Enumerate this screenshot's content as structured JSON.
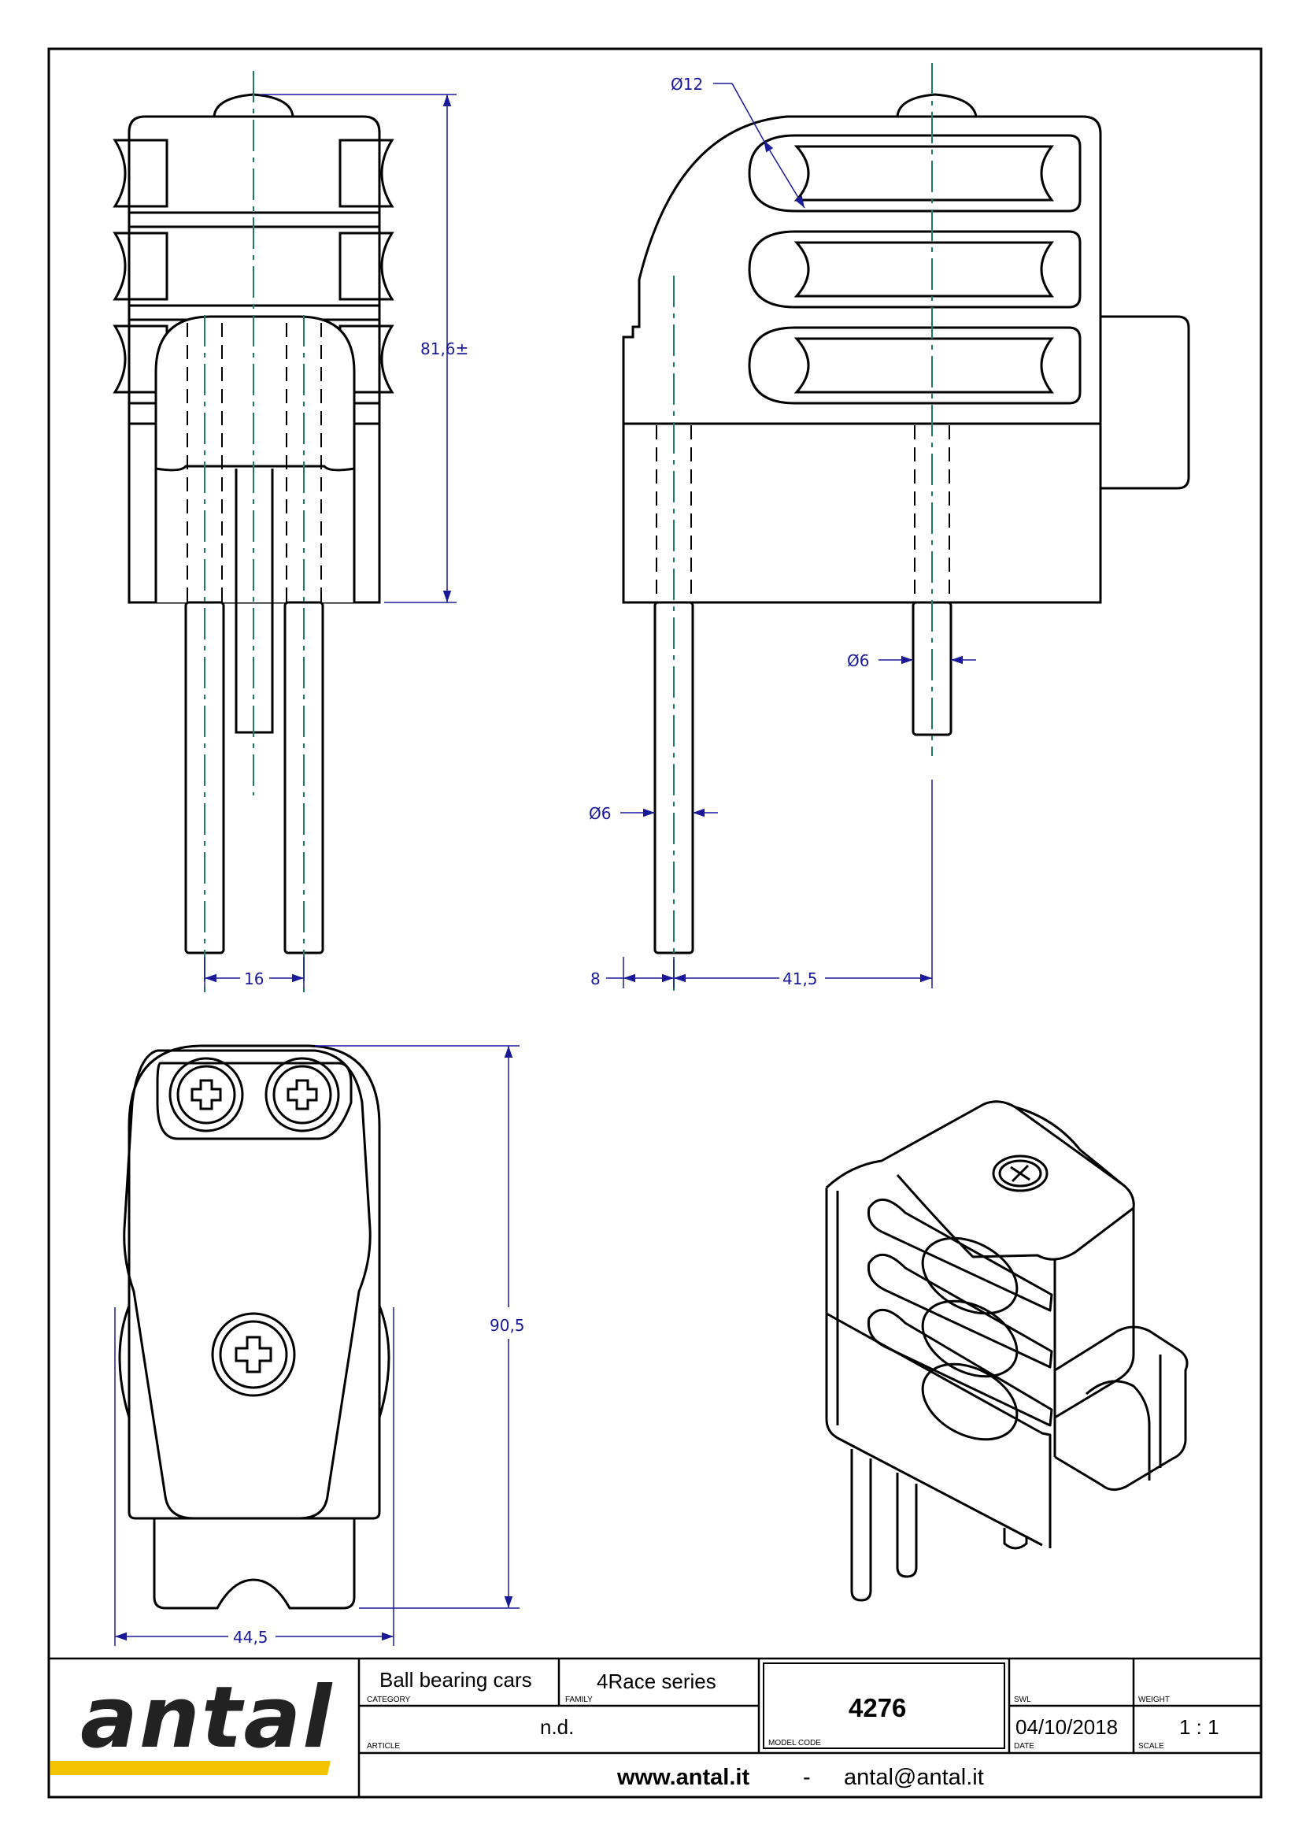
{
  "dimensions": {
    "front_height": "81,6±",
    "pin_spacing": "16",
    "sheave_dia": "Ø12",
    "pin_dia_upper": "Ø6",
    "pin_dia_lower": "Ø6",
    "offset_small": "8",
    "offset_large": "41,5",
    "plan_length": "90,5",
    "plan_width": "44,5"
  },
  "title_block": {
    "brand": "antal",
    "brand_color": "#f5c400",
    "category_value": "Ball bearing cars",
    "category_label": "CATEGORY",
    "family_value": "4Race series",
    "family_label": "FAMILY",
    "article_value": "n.d.",
    "article_label": "ARTICLE",
    "model_code": "4276",
    "model_code_label": "MODEL CODE",
    "swl_label": "SWL",
    "weight_label": "WEIGHT",
    "date_value": "04/10/2018",
    "date_label": "DATE",
    "scale_value": "1 : 1",
    "scale_label": "SCALE",
    "website": "www.antal.it",
    "separator": "-",
    "email": "antal@antal.it"
  },
  "colors": {
    "outline": "#000000",
    "dimension": "#1a1a99",
    "centerline": "#1f7a6a"
  }
}
